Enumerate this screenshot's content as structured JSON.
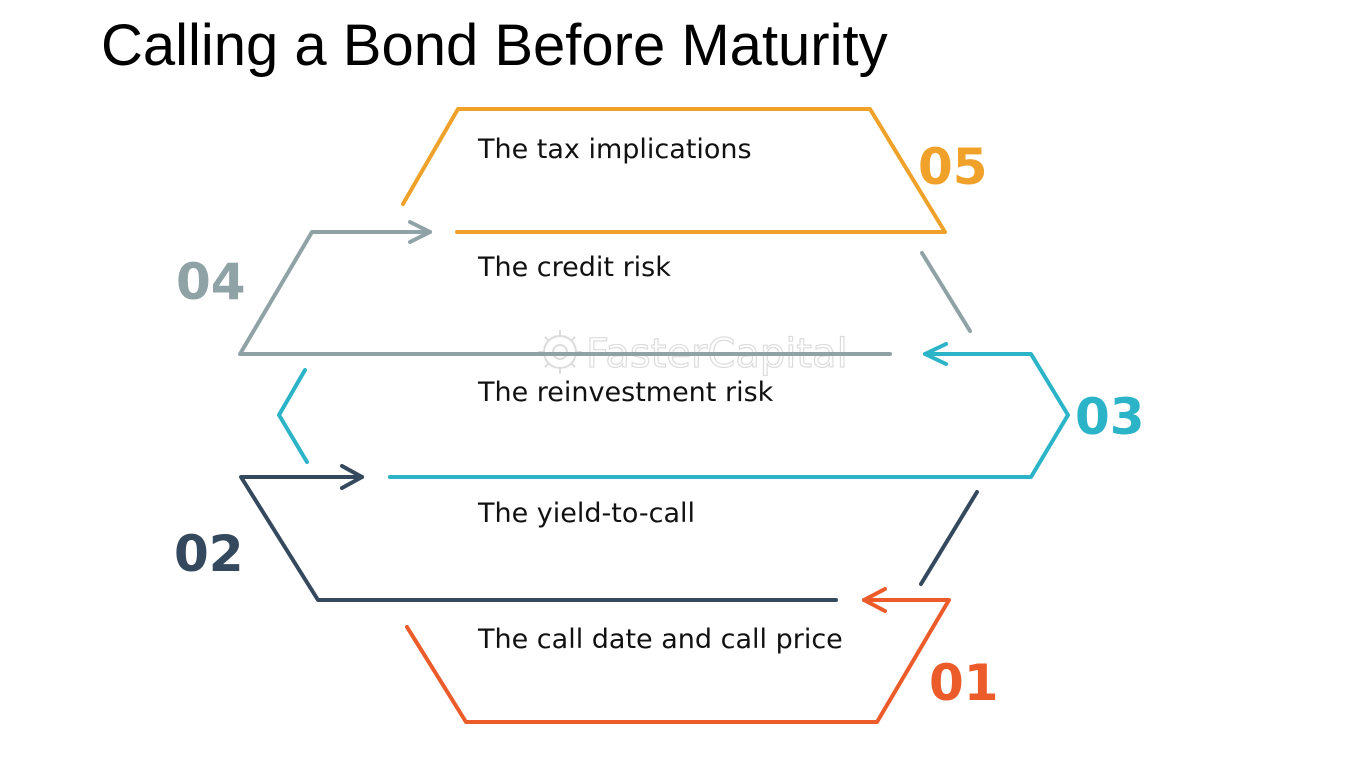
{
  "title": "Calling a Bond Before Maturity",
  "watermark": "FasterCapital",
  "colors": {
    "step01": "#ec5b2a",
    "step02": "#34495e",
    "step03": "#2bb3c8",
    "step04": "#8fa2a6",
    "step05": "#f0a12a",
    "text": "#111111"
  },
  "steps": [
    {
      "number": "01",
      "label": "The call date and call price"
    },
    {
      "number": "02",
      "label": "The yield-to-call"
    },
    {
      "number": "03",
      "label": "The reinvestment risk"
    },
    {
      "number": "04",
      "label": "The credit risk"
    },
    {
      "number": "05",
      "label": "The tax implications"
    }
  ]
}
